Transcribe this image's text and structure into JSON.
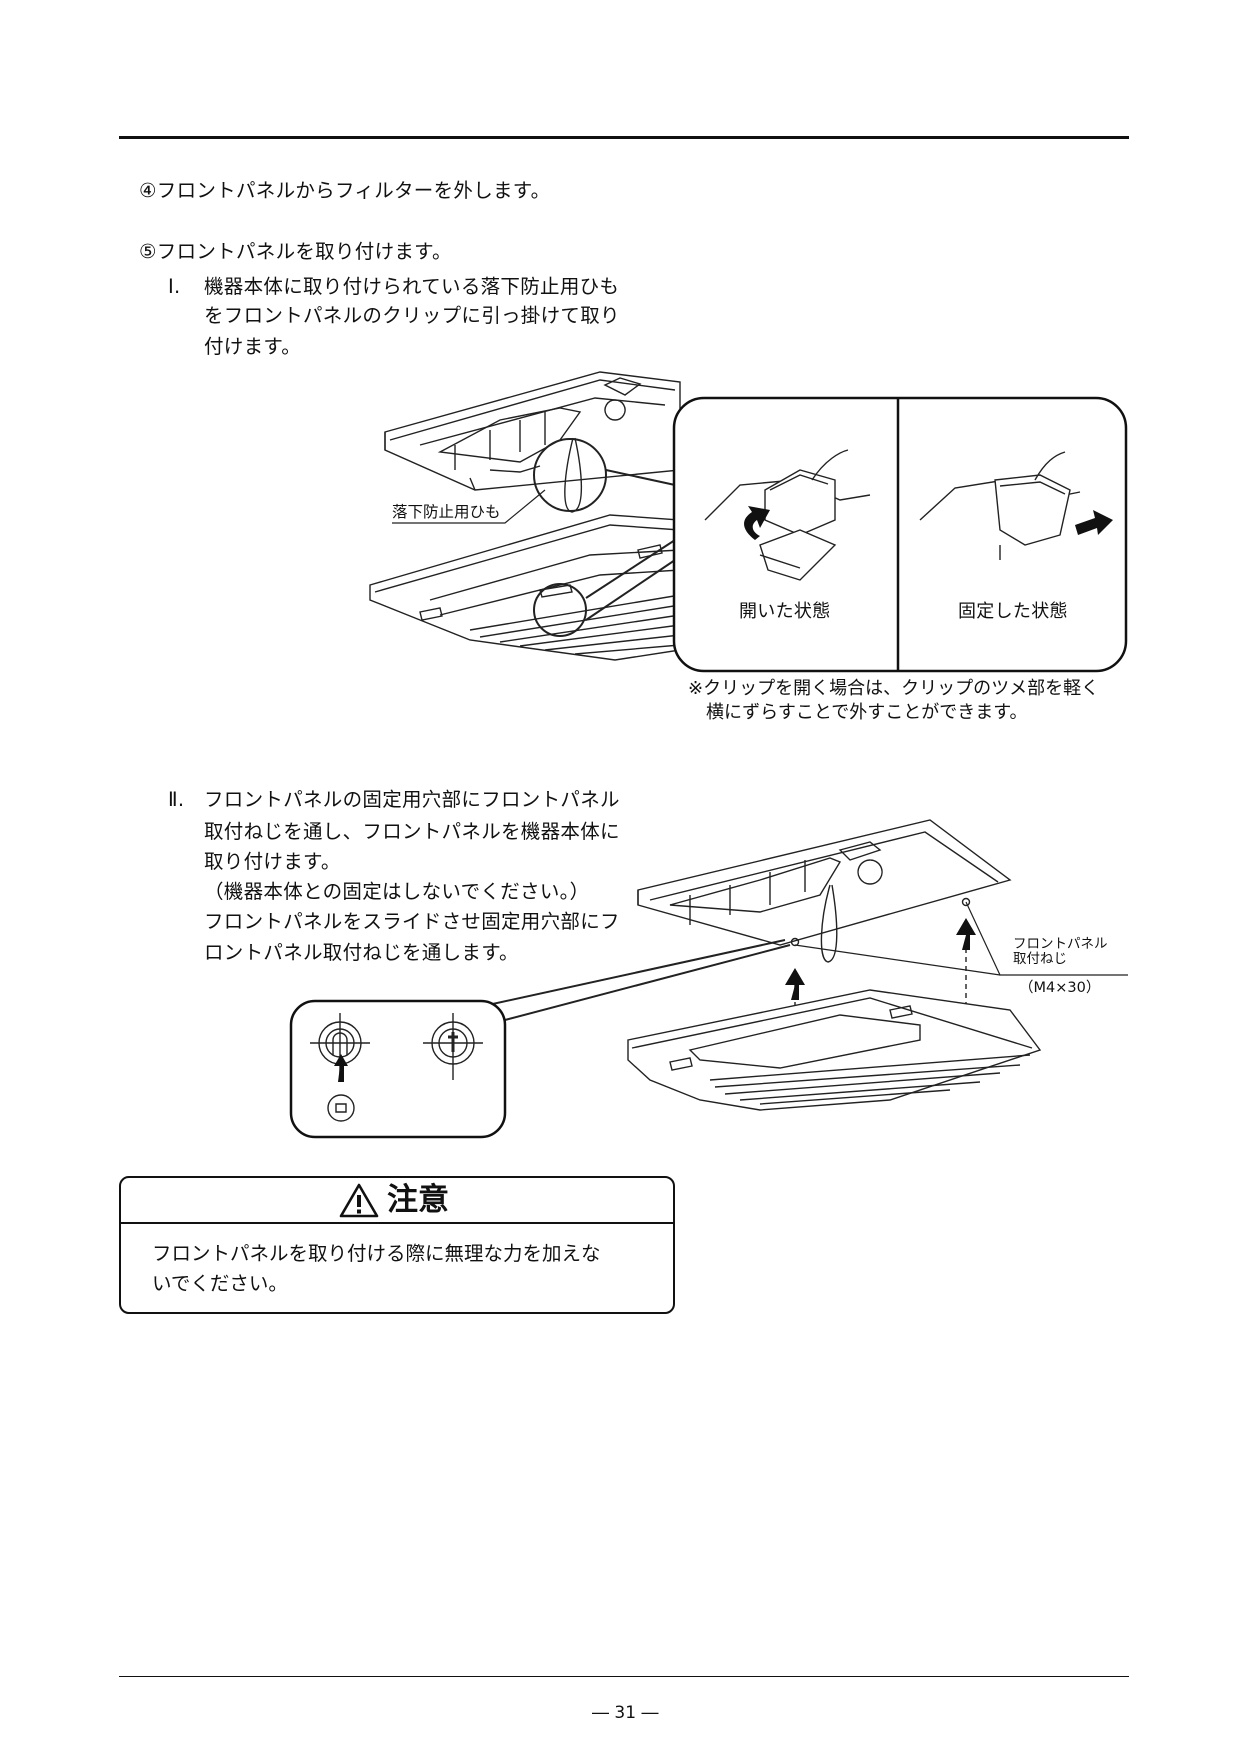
{
  "step4": "④フロントパネルからフィルターを外します。",
  "step5": {
    "title": "⑤フロントパネルを取り付けます。",
    "sub1_marker": "Ⅰ.",
    "sub1_lines": [
      "機器本体に取り付けられている落下防止用ひも",
      "をフロントパネルのクリップに引っ掛けて取り",
      "付けます。"
    ],
    "sub2_marker": "Ⅱ.",
    "sub2_lines": [
      "フロントパネルの固定用穴部にフロントパネル",
      "取付ねじを通し、フロントパネルを機器本体に",
      "取り付けます。",
      "（機器本体との固定はしないでください。）",
      "フロントパネルをスライドさせ固定用穴部にフ",
      "ロントパネル取付ねじを通します。"
    ]
  },
  "figure1": {
    "strap_label": "落下防止用ひも",
    "open_label": "開いた状態",
    "fixed_label": "固定した状態",
    "note_lines": [
      "※クリップを開く場合は、クリップのツメ部を軽く",
      "横にずらすことで外すことができます。"
    ]
  },
  "figure2": {
    "screw_label_lines": [
      "フロントパネル",
      "取付ねじ"
    ],
    "screw_spec": "（M4×30）"
  },
  "caution": {
    "title": "注意",
    "lines": [
      "フロントパネルを取り付ける際に無理な力を加えな",
      "いでください。"
    ]
  },
  "page_number": "― 31 ―"
}
